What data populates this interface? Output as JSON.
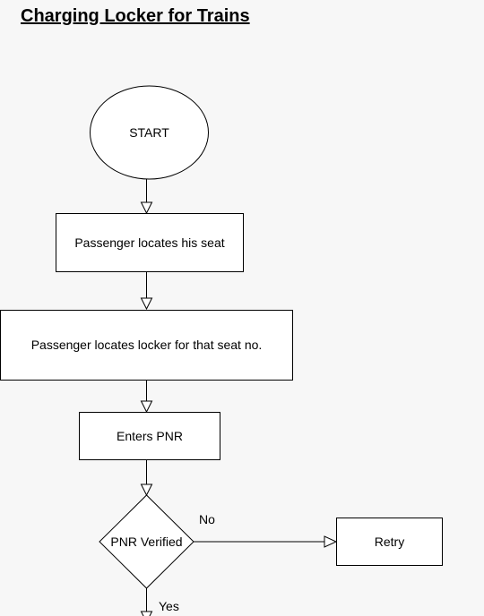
{
  "title": "Charging Locker for Trains",
  "nodes": {
    "start": "START",
    "locate_seat": "Passenger locates his seat",
    "locate_locker": "Passenger locates locker for that seat no.",
    "enter_pnr": "Enters PNR",
    "pnr_verified": "PNR Verified",
    "retry": "Retry"
  },
  "edge_labels": {
    "no": "No",
    "yes": "Yes"
  },
  "colors": {
    "background": "#f7f7f7",
    "shape_fill": "#ffffff",
    "stroke": "#000000"
  }
}
